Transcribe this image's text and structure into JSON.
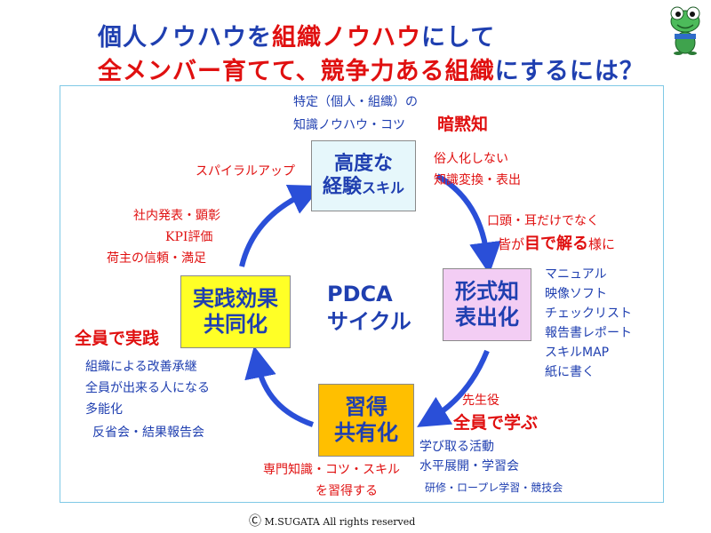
{
  "title": {
    "line1_part1": "個人ノウハウを",
    "line1_part2": "組織ノウハウ",
    "line1_part3": "にして",
    "line2_part1": "全メンバー育てて、",
    "line2_part2": "競争力ある組織",
    "line2_part3": "にするには？"
  },
  "mascot_icon": "frog-icon",
  "center": {
    "line1": "PDCA",
    "line2": "サイクル"
  },
  "boxes": {
    "top": {
      "line1": "高度な",
      "line2a": "経験",
      "line2b": "スキル"
    },
    "right": {
      "line1": "形式知",
      "line2": "表出化"
    },
    "bottom": {
      "line1": "習得",
      "line2": "共有化"
    },
    "left": {
      "line1": "実践効果",
      "line2": "共同化"
    }
  },
  "top_notes": {
    "line1": "特定（個人・組織）の",
    "line2": "知識ノウハウ・コツ",
    "tag": "暗黙知"
  },
  "top_right_notes": {
    "line1": "俗人化しない",
    "line2": "知識変換・表出"
  },
  "right_top_notes": {
    "line1": "口頭・耳だけでなく",
    "line2_a": "皆が",
    "line2_b": "目で解る",
    "line2_c": "様に"
  },
  "right_list": [
    "マニュアル",
    "映像ソフト",
    "チェックリスト",
    "報告書レポート",
    "スキルMAP",
    "紙に書く"
  ],
  "bottom_right_notes": {
    "sub": "先生役",
    "tag": "全員で学ぶ",
    "line1": "学び取る活動",
    "line2": "水平展開・学習会",
    "line3": "研修・ロープレ学習・競技会"
  },
  "bottom_notes": {
    "line1": "専門知識・コツ・スキル",
    "line2": "を習得する"
  },
  "left_top_notes": {
    "spiral": "スパイラルアップ",
    "line1": "社内発表・顕彰",
    "line2": "KPI評価",
    "line3": "荷主の信頼・満足"
  },
  "left_notes": {
    "tag": "全員で実践",
    "line1": "組織による改善承継",
    "line2": "全員が出来る人になる",
    "line3": "多能化",
    "line4": "反省会・結果報告会"
  },
  "footer": {
    "copyright_symbol": "Ⓒ",
    "text": "M.SUGATA  All rights reserved"
  },
  "colors": {
    "blue": "#1f3fb0",
    "red": "#e01010",
    "arrow": "#2a4fd8",
    "top_box": "#e6f7fb",
    "right_box": "#f3cdf4",
    "bottom_box": "#ffbf00",
    "left_box": "#ffff26"
  }
}
